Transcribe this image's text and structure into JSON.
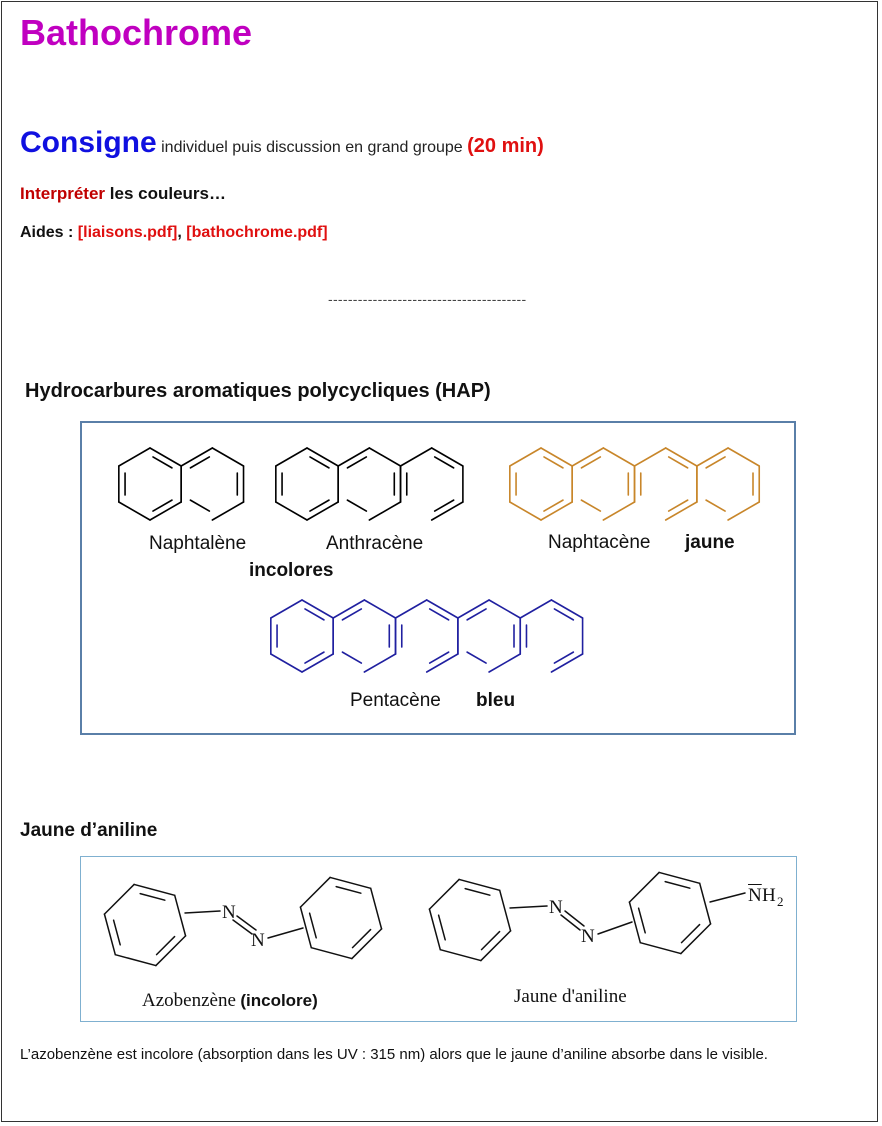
{
  "title": "Bathochrome",
  "consigne": {
    "label": "Consigne",
    "text": "individuel puis discussion en grand groupe",
    "duration": "(20 min)"
  },
  "instruction": {
    "verb": "Interpréter",
    "rest": "les couleurs…"
  },
  "aides": {
    "label": "Aides :",
    "link1": "[liaisons.pdf]",
    "comma": ",",
    "link2": "[bathochrome.pdf]"
  },
  "separator": "----------------------------------------",
  "hap": {
    "heading": "Hydrocarbures aromatiques polycycliques (HAP)",
    "molecules": [
      {
        "name": "Naphtalène",
        "color": "#000000"
      },
      {
        "name": "Anthracène",
        "color": "#000000"
      },
      {
        "name": "Naphtacène",
        "note": "jaune",
        "color": "#c8862a"
      },
      {
        "name": "Pentacène",
        "note": "bleu",
        "color": "#2020a0"
      }
    ],
    "group_note": "incolores"
  },
  "aniline": {
    "heading": "Jaune d’aniline",
    "azobenzene": {
      "name": "Azobenzène",
      "note": "(incolore)"
    },
    "jaune": {
      "name": "Jaune d'aniline"
    },
    "atoms": {
      "n": "N",
      "nh2_n": "N",
      "nh2_h": "H",
      "nh2_sub": "2"
    }
  },
  "footer": "L’azobenzène est incolore (absorption dans les UV : 315 nm) alors que le jaune d’aniline absorbe dans le visible."
}
